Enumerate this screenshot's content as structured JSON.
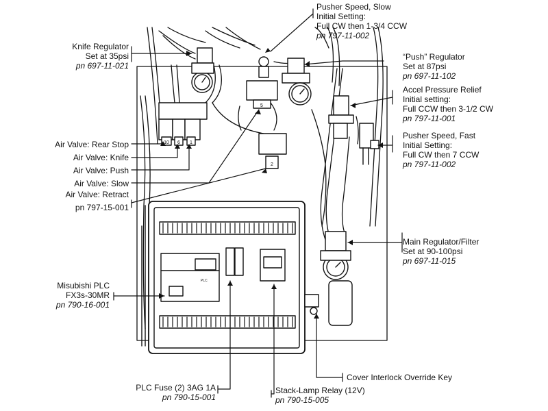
{
  "labels": {
    "pusher_slow": {
      "l1": "Pusher Speed, Slow",
      "l2": "Initial Setting:",
      "l3": "Full CW then 1-3/4 CCW",
      "pn": "pn 797-11-002"
    },
    "knife_reg": {
      "l1": "Knife Regulator",
      "l2": "Set at 35psi",
      "pn": "pn 697-11-021"
    },
    "push_reg": {
      "l1": "“Push” Regulator",
      "l2": "Set at 87psi",
      "pn": "pn 697-11-102"
    },
    "accel_relief": {
      "l1": "Accel Pressure Relief",
      "l2": "Initial setting:",
      "l3": "Full CCW then 3-1/2 CW",
      "pn": "pn 797-11-001"
    },
    "pusher_fast": {
      "l1": "Pusher Speed, Fast",
      "l2": "Initial Setting:",
      "l3": "Full CW then 7 CCW",
      "pn": "pn 797-11-002"
    },
    "air_valves": {
      "rear_stop": "Air Valve: Rear Stop",
      "knife": "Air Valve: Knife",
      "push": "Air Valve: Push",
      "slow": "Air Valve: Slow",
      "retract": "Air Valve: Retract",
      "pn": "pn 797-15-001"
    },
    "main_reg": {
      "l1": "Main Regulator/Filter",
      "l2": "Set at 90-100psi",
      "pn": "pn 697-11-015"
    },
    "plc": {
      "l1": "Misubishi PLC",
      "l2": "FX3s-30MR",
      "pn": "pn 790-16-001"
    },
    "cover_key": {
      "l1": "Cover Interlock Override Key"
    },
    "plc_fuse": {
      "l1": "PLC Fuse (2) 3AG 1A",
      "pn": "pn 790-15-001"
    },
    "stack_relay": {
      "l1": "Stack-Lamp Relay (12V)",
      "pn": "pn 790-15-005"
    }
  },
  "component_text": {
    "valve_numbers": [
      "10",
      "6",
      "1",
      "5",
      "2"
    ],
    "plc_badge": "PLC"
  }
}
